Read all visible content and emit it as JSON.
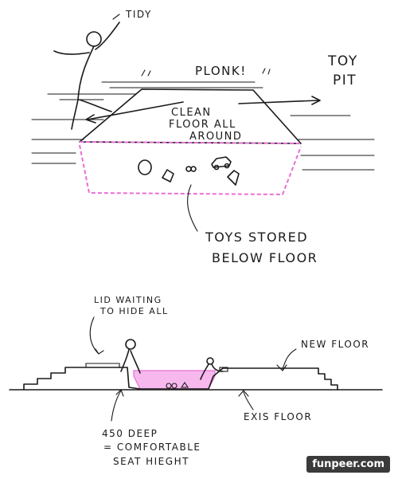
{
  "top": {
    "tidy": "TIDY",
    "plonk": "PLONK!",
    "toy_pit_line1": "TOY",
    "toy_pit_line2": "PIT",
    "clean_line1": "CLEAN",
    "clean_line2": "FLOOR ALL",
    "clean_line3": "AROUND",
    "toys_line1": "TOYS STORED",
    "toys_line2": "BELOW FLOOR"
  },
  "bottom": {
    "lid_line1": "LID WAITING",
    "lid_line2": "TO HIDE ALL",
    "new_floor": "NEW FLOOR",
    "exist_floor": "EXIS FLOOR",
    "deep_line1": "450 DEEP",
    "deep_line2": "= COMFORTABLE",
    "deep_line3": "SEAT HIEGHT"
  },
  "watermark": "funpeer.com",
  "colors": {
    "ink": "#1a1a1a",
    "highlight": "#e76fd6",
    "highlight_fill": "#f7b8ee"
  }
}
